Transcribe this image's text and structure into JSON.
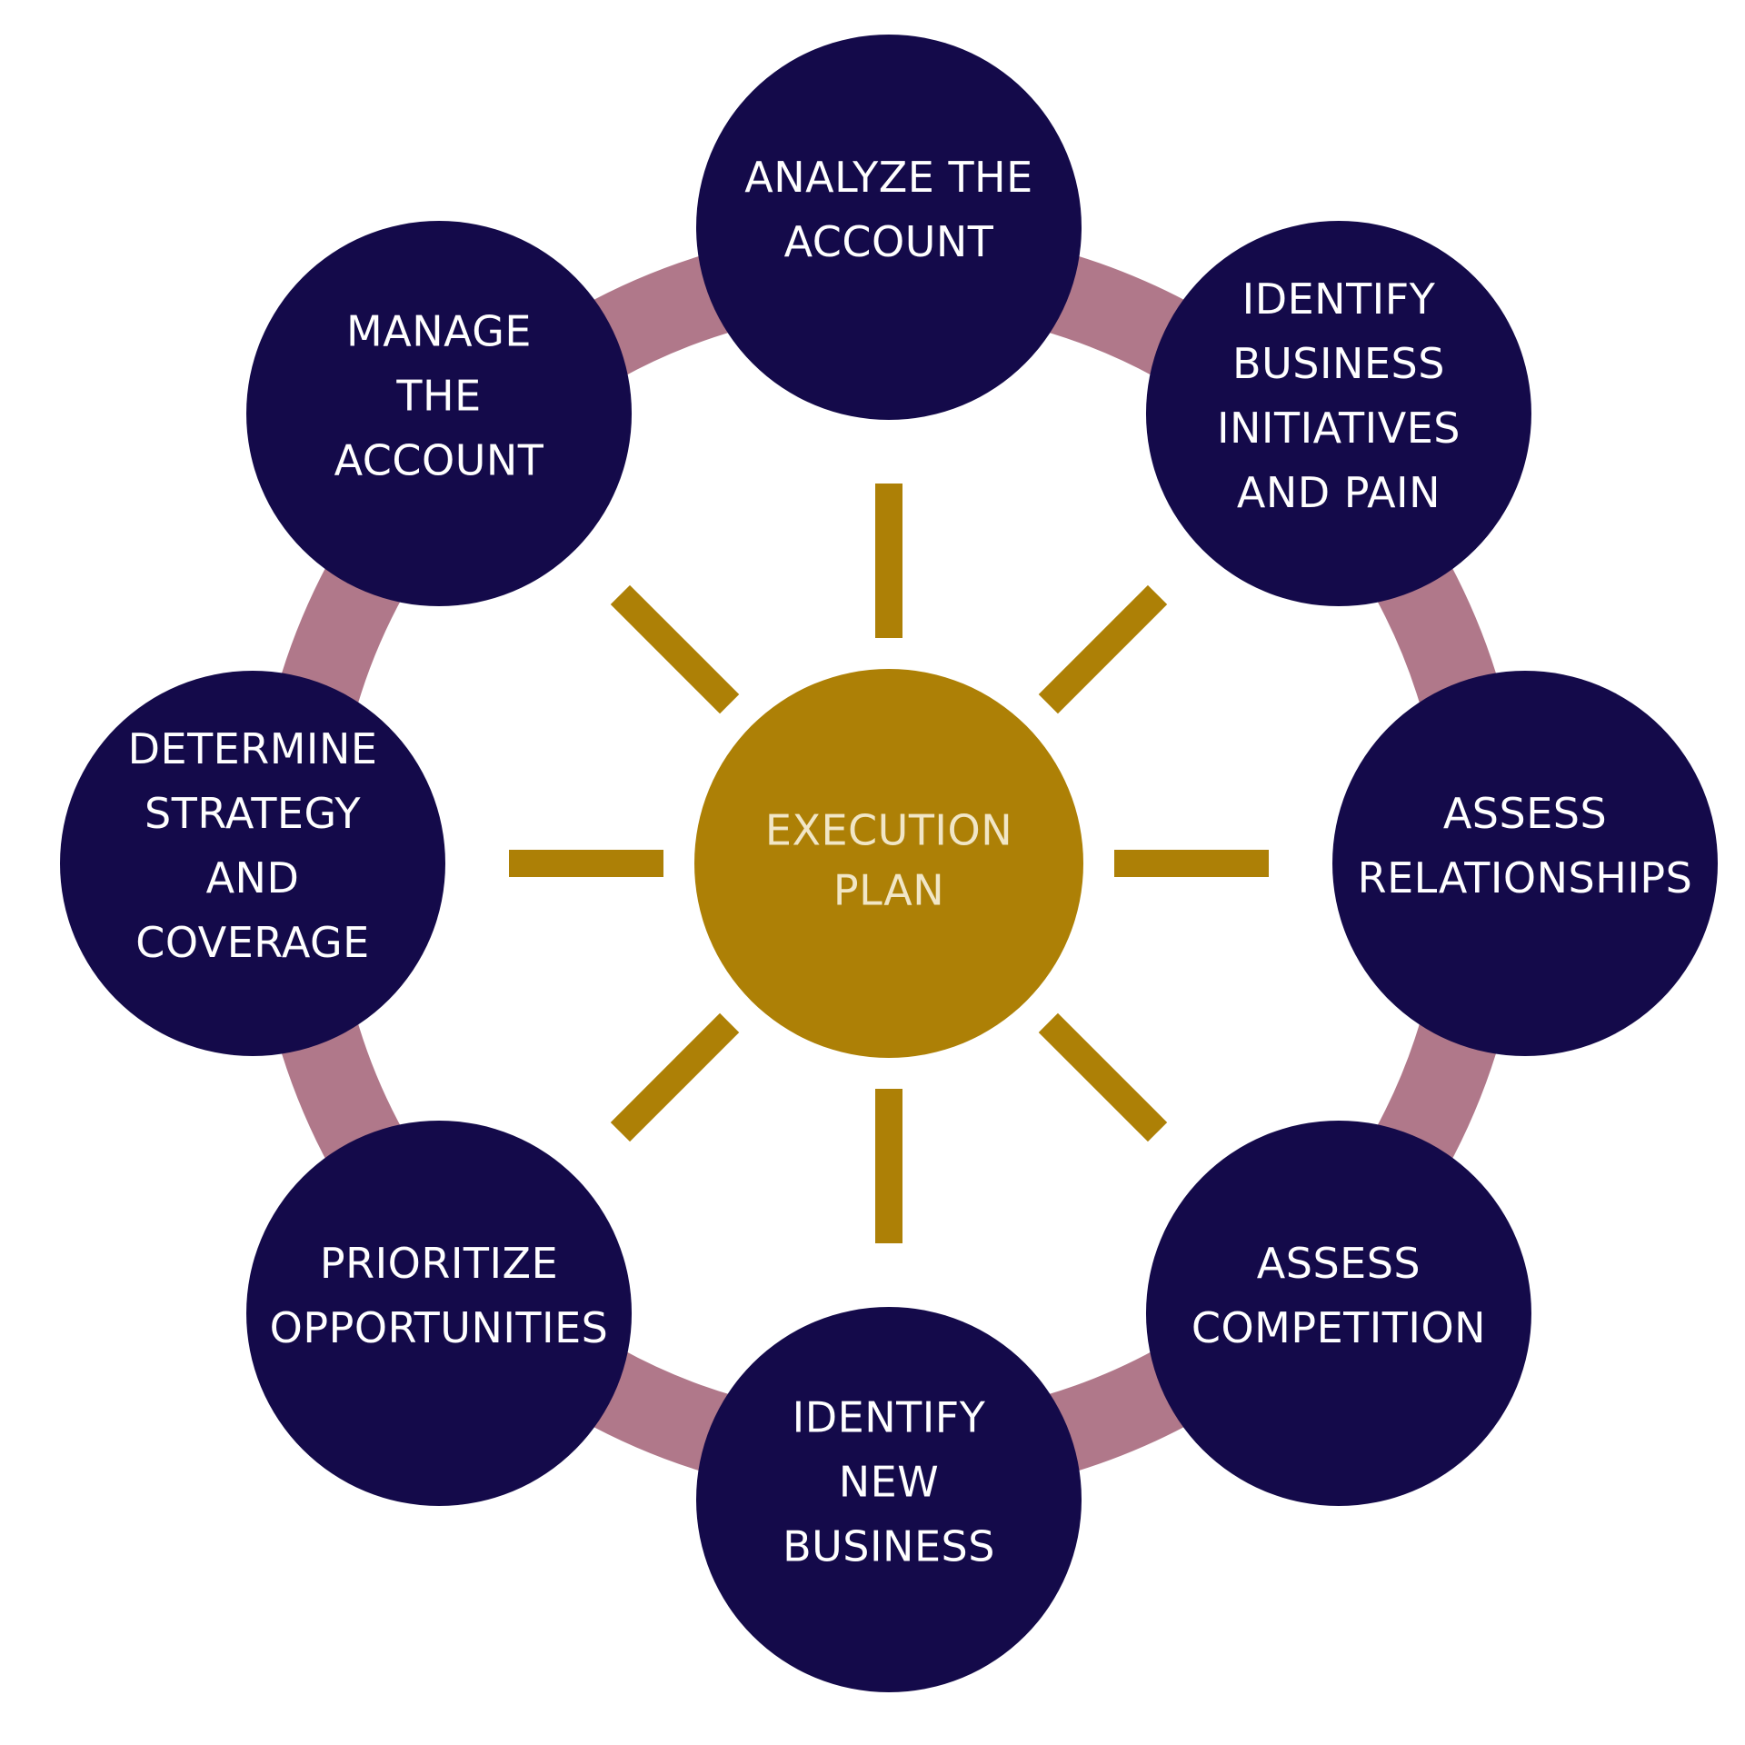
{
  "colors": {
    "background": "#ffffff",
    "node_fill": "#140a4a",
    "node_text": "#ffffff",
    "center_fill": "#ad8006",
    "center_text": "#f1e6c6",
    "spoke": "#ad8006",
    "connector": "#b0788a"
  },
  "center": {
    "lines": [
      "EXECUTION",
      "PLAN"
    ]
  },
  "nodes": [
    {
      "id": "analyze-the-account",
      "lines": [
        "ANALYZE THE",
        "ACCOUNT"
      ]
    },
    {
      "id": "identify-business-initiatives-and-pain",
      "lines": [
        "IDENTIFY",
        "BUSINESS",
        "INITIATIVES",
        "AND PAIN"
      ]
    },
    {
      "id": "assess-relationships",
      "lines": [
        "ASSESS",
        "RELATIONSHIPS"
      ]
    },
    {
      "id": "assess-competition",
      "lines": [
        "ASSESS",
        "COMPETITION"
      ]
    },
    {
      "id": "identify-new-business",
      "lines": [
        "IDENTIFY",
        "NEW",
        "BUSINESS"
      ]
    },
    {
      "id": "prioritize-opportunities",
      "lines": [
        "PRIORITIZE",
        "OPPORTUNITIES"
      ]
    },
    {
      "id": "determine-strategy-and-coverage",
      "lines": [
        "DETERMINE",
        "STRATEGY",
        "AND",
        "COVERAGE"
      ]
    },
    {
      "id": "manage-the-account",
      "lines": [
        "MANAGE",
        "THE",
        "ACCOUNT"
      ]
    }
  ]
}
